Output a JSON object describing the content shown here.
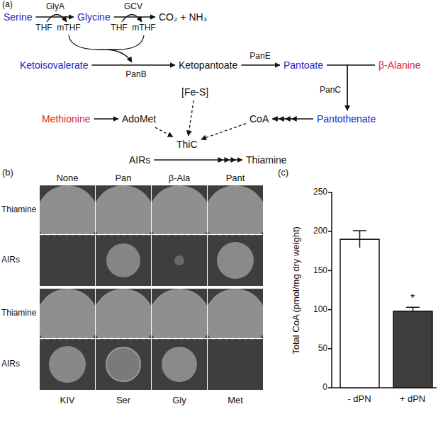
{
  "diagram": {
    "nodes": [
      {
        "text": [
          "Serine"
        ]
      },
      {
        "text": [
          "Glycine"
        ]
      },
      {
        "text": [
          "CO₂ + NH₃"
        ]
      },
      {
        "text": [
          "Ketoisovalerate"
        ]
      },
      {
        "text": [
          "Ketopantoate"
        ]
      },
      {
        "text": [
          "Pantoate"
        ]
      },
      {
        "text": [
          "β-Alanine"
        ]
      },
      {
        "text": [
          "Methionine"
        ]
      },
      {
        "text": [
          "AdoMet"
        ]
      },
      {
        "text": [
          "[Fe-S]"
        ]
      },
      {
        "text": [
          "CoA"
        ]
      },
      {
        "text": [
          "Pantothenate"
        ]
      },
      {
        "text": [
          "ThiC"
        ]
      },
      {
        "text": [
          "AIRs"
        ]
      },
      {
        "text": [
          "Thiamine"
        ]
      }
    ],
    "edges": [
      {
        "from": 0,
        "to": 1,
        "label": "GlyA",
        "arrow": "to"
      },
      {
        "from": 1,
        "to": 2,
        "label": "GCV",
        "arrow": "to"
      },
      {
        "from": 3,
        "to": 4,
        "label": "PanB",
        "arrow": "to"
      },
      {
        "from": 4,
        "to": 5,
        "label": "PanE",
        "arrow": "to"
      },
      {
        "from": 5,
        "to": 11,
        "label": "PanC",
        "arrow": "to"
      },
      {
        "from": 6,
        "to": 11,
        "arrow": "to"
      },
      {
        "from": 11,
        "to": 10,
        "arrow": "to"
      },
      {
        "from": 7,
        "to": 8,
        "arrow": "to"
      },
      {
        "from": 8,
        "to": 12,
        "arrow": "to"
      },
      {
        "from": 9,
        "to": 12,
        "arrow": "to"
      },
      {
        "from": 10,
        "to": 12,
        "arrow": "to"
      },
      {
        "from": 13,
        "to": 14,
        "arrow": "to"
      }
    ],
    "labels": [
      "(a)",
      "THF",
      "mTHF",
      "THF",
      "mTHF",
      "(b)",
      "None",
      "Pan",
      "β-Ala",
      "Pant",
      "Thiamine",
      "AIRs",
      "Thiamine",
      "AIRs",
      "KIV",
      "Ser",
      "Gly",
      "Met",
      "(c)",
      "250",
      "200",
      "150",
      "100",
      "50",
      "0",
      "Total CoA (pmol/mg dry weight)",
      "- dPN",
      "+ dPN",
      "*"
    ]
  }
}
